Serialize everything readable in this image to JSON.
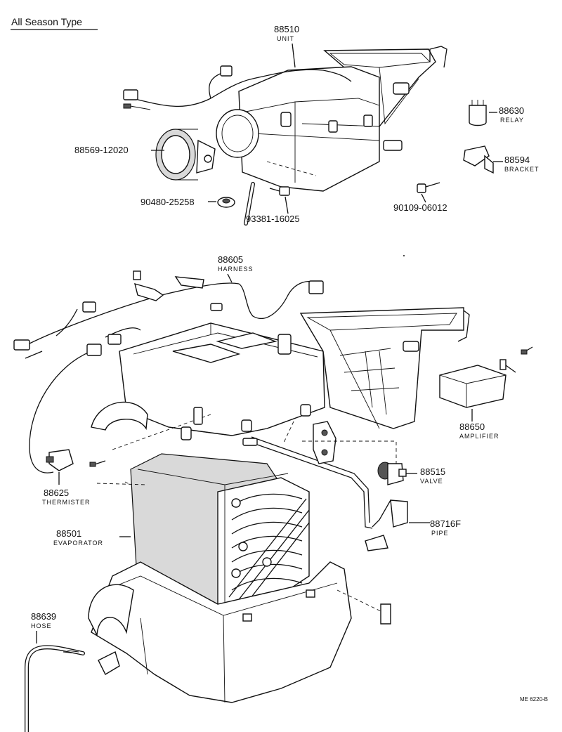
{
  "title": "All Season Type",
  "reference_code": "ME 6220-B",
  "parts": {
    "unit": {
      "number": "88510",
      "name": "UNIT"
    },
    "hose_clamp": {
      "number": "88569-12020"
    },
    "relay": {
      "number": "88630",
      "name": "RELAY"
    },
    "bracket": {
      "number": "88594",
      "name": "BRACKET"
    },
    "grommet": {
      "number": "90480-25258"
    },
    "screw": {
      "number": "93381-16025"
    },
    "bolt": {
      "number": "90109-06012"
    },
    "harness": {
      "number": "88605",
      "name": "HARNESS"
    },
    "amplifier": {
      "number": "88650",
      "name": "AMPLIFIER"
    },
    "valve": {
      "number": "88515",
      "name": "VALVE"
    },
    "thermister": {
      "number": "88625",
      "name": "THERMISTER"
    },
    "evaporator": {
      "number": "88501",
      "name": "EVAPORATOR"
    },
    "pipe": {
      "number": "88716F",
      "name": "PIPE"
    },
    "hose": {
      "number": "88639",
      "name": "HOSE"
    }
  }
}
